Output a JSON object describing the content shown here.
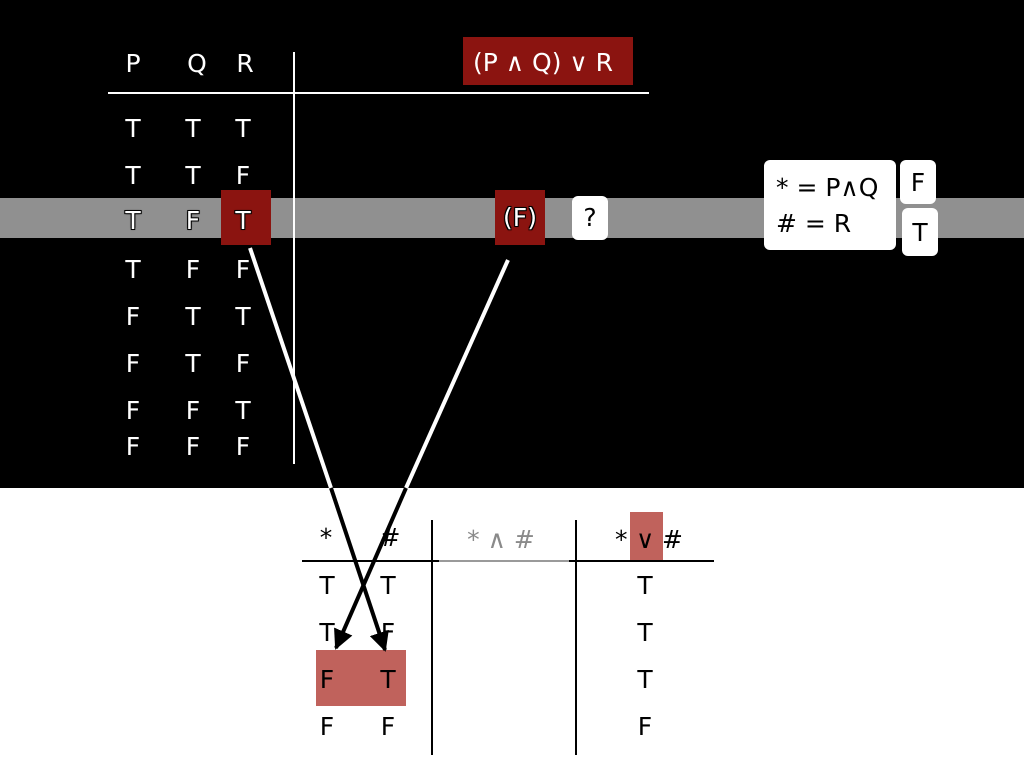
{
  "top_table": {
    "headers": [
      "P",
      "Q",
      "R"
    ],
    "rows": [
      [
        "T",
        "T",
        "T"
      ],
      [
        "T",
        "T",
        "F"
      ],
      [
        "T",
        "F",
        "T"
      ],
      [
        "T",
        "F",
        "F"
      ],
      [
        "F",
        "T",
        "T"
      ],
      [
        "F",
        "T",
        "F"
      ],
      [
        "F",
        "F",
        "T"
      ],
      [
        "F",
        "F",
        "F"
      ]
    ],
    "expression": "(P ∧ Q) ∨ R",
    "highlighted_row_index": 2,
    "partial_value": "(F)",
    "unknown_value": "?"
  },
  "legend": {
    "line1": "* = P∧Q",
    "line2": "# = R",
    "value1": "F",
    "value2": "T"
  },
  "bottom_table": {
    "headers": [
      "*",
      "#",
      "* ∧ #",
      "*∨#"
    ],
    "header_or_left": "*",
    "header_or_symbol": "∨",
    "header_or_right": "#",
    "rows": [
      {
        "star": "T",
        "hash": "T",
        "or": "T"
      },
      {
        "star": "T",
        "hash": "F",
        "or": "T"
      },
      {
        "star": "F",
        "hash": "T",
        "or": "T"
      },
      {
        "star": "F",
        "hash": "F",
        "or": "F"
      }
    ],
    "highlighted_row_index": 2
  },
  "colors": {
    "highlight_dark_red": "#8b1410",
    "highlight_light_red": "#c0625c",
    "band_gray": "#909090"
  }
}
